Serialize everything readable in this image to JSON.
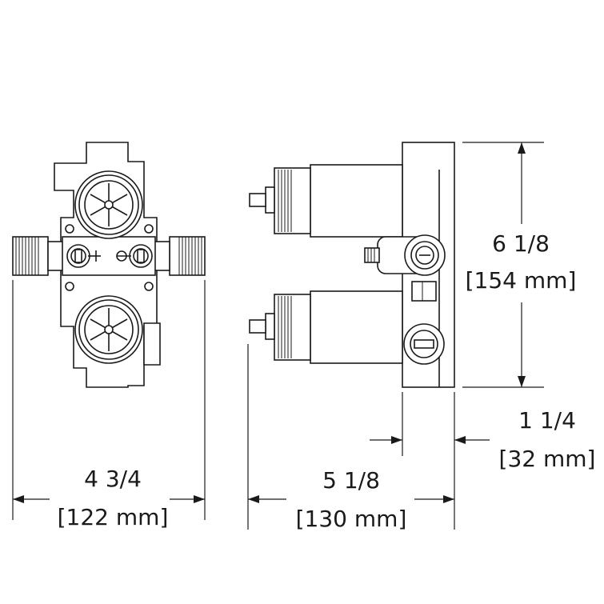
{
  "dimensions": {
    "front_width": {
      "imperial": "4 3/4",
      "metric": "[122 mm]"
    },
    "side_depth": {
      "imperial": "5 1/8",
      "metric": "[130 mm]"
    },
    "height": {
      "imperial": "6 1/8",
      "metric": "[154 mm]"
    },
    "offset": {
      "imperial": "1 1/4",
      "metric": "[32 mm]"
    }
  }
}
